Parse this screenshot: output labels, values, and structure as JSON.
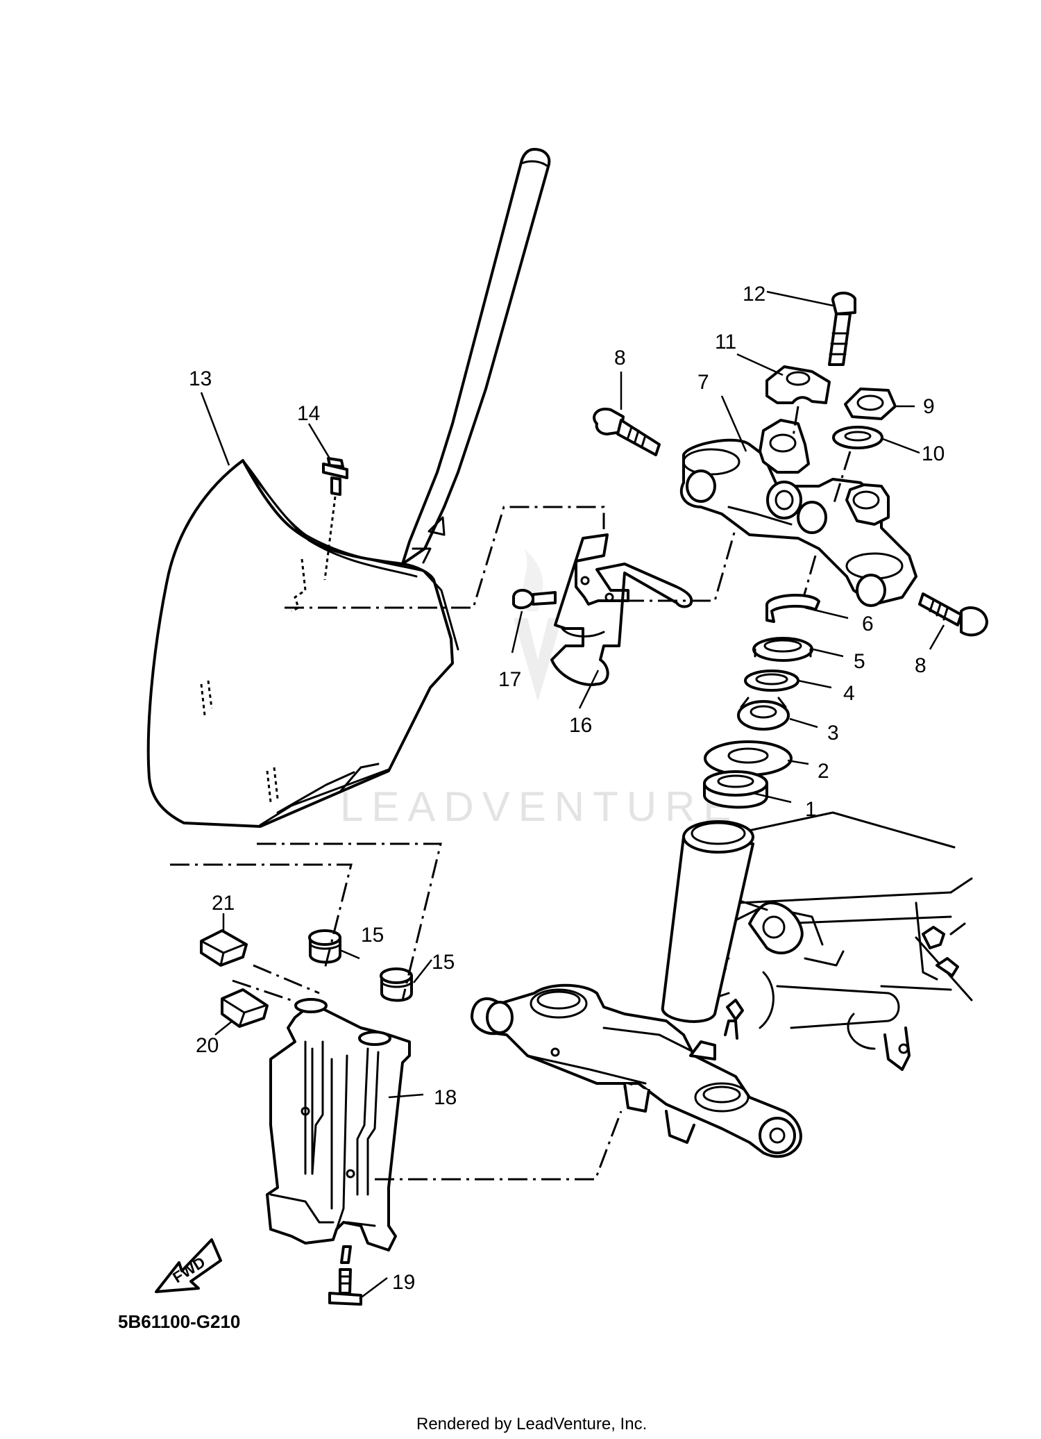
{
  "diagram": {
    "code": "5B61100-G210",
    "credit": "Rendered by LeadVenture, Inc.",
    "watermark": "LEADVENTURE",
    "fwd_label": "FWD",
    "callouts": [
      "1",
      "2",
      "3",
      "4",
      "5",
      "6",
      "7",
      "8",
      "8",
      "9",
      "10",
      "11",
      "12",
      "13",
      "14",
      "15",
      "15",
      "16",
      "17",
      "18",
      "19",
      "20",
      "21"
    ]
  }
}
